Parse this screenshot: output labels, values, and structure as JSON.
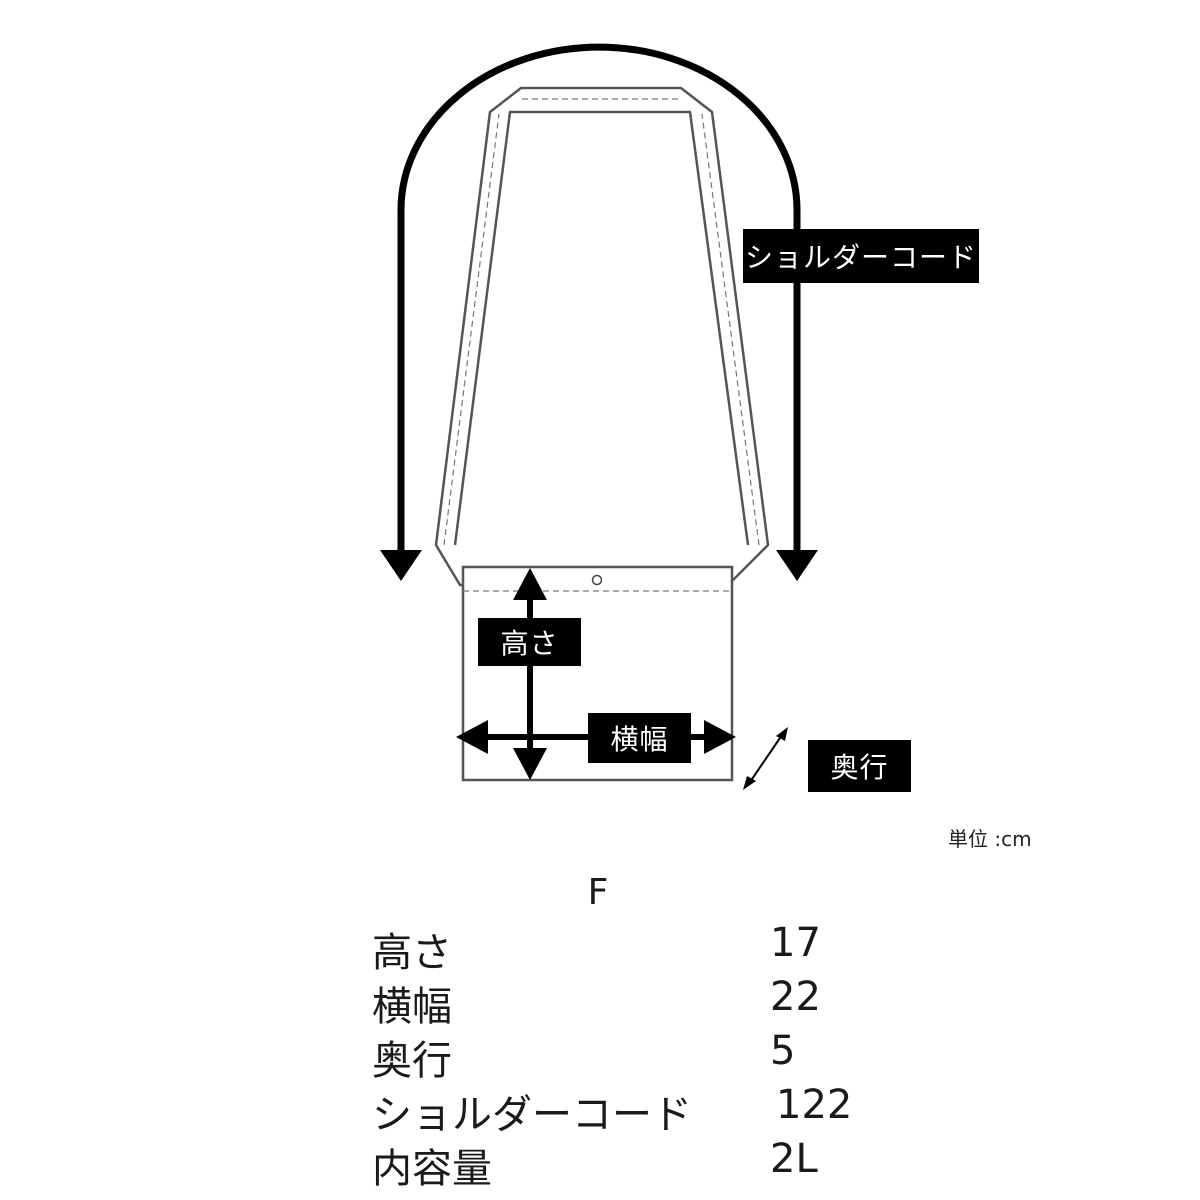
{
  "diagram": {
    "labels": {
      "shoulder_cord": "ショルダーコード",
      "height": "高さ",
      "width": "横幅",
      "depth": "奥行"
    },
    "unit": "単位 :cm"
  },
  "size_table": {
    "size_header": "F",
    "rows": [
      {
        "label": "高さ",
        "value": "17"
      },
      {
        "label": "横幅",
        "value": "22"
      },
      {
        "label": "奥行",
        "value": "5"
      },
      {
        "label": "ショルダーコード",
        "value": "122"
      },
      {
        "label": "内容量",
        "value": "2L"
      }
    ]
  },
  "colors": {
    "ink": "#000000",
    "outline": "#555555",
    "label_text": "#ffffff"
  }
}
